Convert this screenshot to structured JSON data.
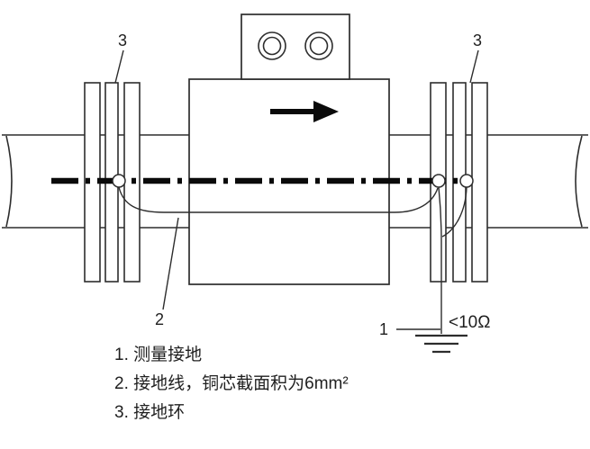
{
  "page": {
    "background": "#ffffff",
    "line_color": "#2d2d2d"
  },
  "diagram": {
    "type": "flowmeter-grounding-installation",
    "callouts": {
      "ring_left": "3",
      "ring_right": "3",
      "wire": "2",
      "ground": "1",
      "resistance": "<10Ω"
    },
    "legend": {
      "items": [
        {
          "label": "1. 测量接地"
        },
        {
          "label": "2. 接地线，铜芯截面积为6mm²"
        },
        {
          "label": "3. 接地环"
        }
      ]
    }
  }
}
